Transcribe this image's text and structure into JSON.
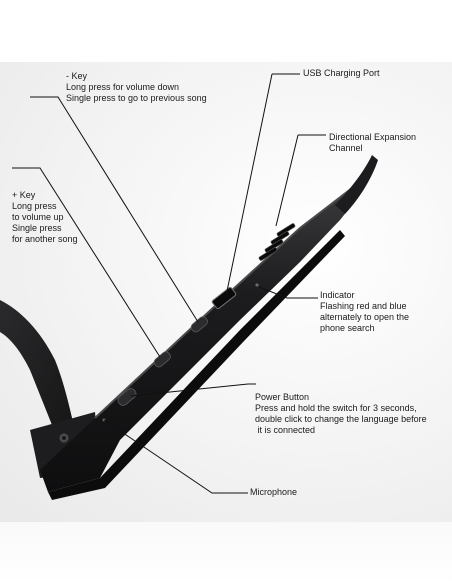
{
  "annotations": {
    "volume_down": {
      "title": "- Key",
      "lines": [
        "Long press for volume down",
        "Single press to go to previous song"
      ]
    },
    "usb_port": {
      "title": "USB Charging Port"
    },
    "expansion_channel": {
      "title": "Directional Expansion",
      "lines": [
        "Channel"
      ]
    },
    "volume_up": {
      "title": "+ Key",
      "lines": [
        "Long press",
        "to volume up",
        "Single press",
        "for another song"
      ]
    },
    "indicator": {
      "title": "Indicator",
      "lines": [
        "Flashing red and blue",
        "alternately to open the",
        "phone search"
      ]
    },
    "power_button": {
      "title": "Power Button",
      "lines": [
        "Press and hold the switch for 3 seconds,",
        "double click to change the language before",
        " it is connected"
      ]
    },
    "microphone": {
      "title": "Microphone"
    }
  },
  "colors": {
    "frame": "#1c1c1e",
    "frame_highlight": "#3a3a3c",
    "leader_line": "#111111",
    "background": "#f2f2f2"
  }
}
